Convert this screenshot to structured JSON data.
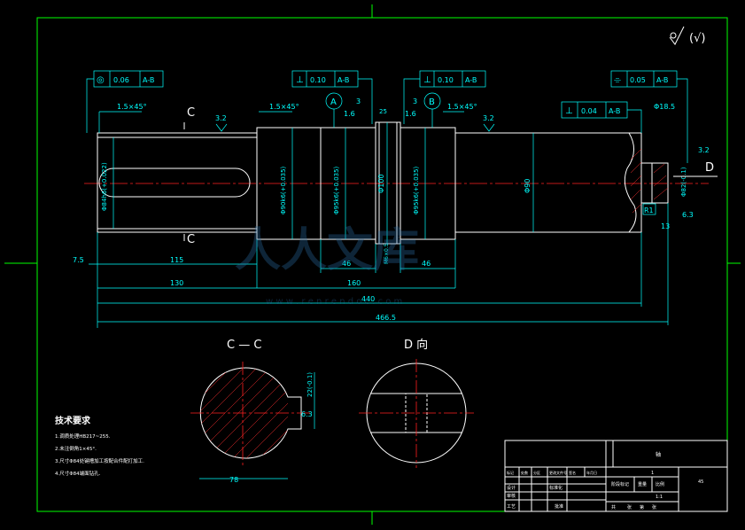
{
  "frame": {
    "border_color": "#00ff00",
    "drawing_color": "#ffffff",
    "dim_color": "#00ffff",
    "center_color": "#ff2020"
  },
  "roughness": {
    "symbol_text": "(√)"
  },
  "tolerances": [
    {
      "symbol": "◎",
      "value": "0.06",
      "ref": "A-B"
    },
    {
      "symbol": "⊥",
      "value": "0.10",
      "ref": "A-B"
    },
    {
      "symbol": "⊥",
      "value": "0.10",
      "ref": "A-B"
    },
    {
      "symbol": "⌯",
      "value": "0.05",
      "ref": "A-B"
    },
    {
      "symbol": "⊥",
      "value": "0.04",
      "ref": "A-B"
    }
  ],
  "datums": {
    "a": "A",
    "b": "B"
  },
  "sections": {
    "c_top": "C",
    "c_bottom": "C",
    "d_arrow": "D"
  },
  "surface_values": {
    "r1": "3.2",
    "r2": "1.6",
    "r3": "1.6",
    "r4": "3.2",
    "r5": "3.2",
    "r6": "6.3",
    "r7": "6.3"
  },
  "chamfers": {
    "left": "1.5×45°",
    "mid": "1.5×45°",
    "right": "1.5×45°"
  },
  "diameters": {
    "d1": "Φ84h6(+0.022)",
    "d2": "Φ90k6(+0.035)",
    "d3": "Φ95k6(+0.035)",
    "d4": "Φ100",
    "d5": "Φ95k6(+0.035)",
    "d6": "Φ90",
    "d7": "Φ18.5",
    "d8": "Φ82(-0.1)"
  },
  "small_dims": {
    "s1": "3",
    "s2": "3",
    "s3": "25",
    "s4": "13",
    "s5": "R1",
    "s6": "Φ18.5"
  },
  "dimensions": {
    "d7_5": "7.5",
    "d115": "115",
    "d46a": "46",
    "d46b": "46",
    "d130": "130",
    "d160": "160",
    "d440": "440",
    "d466": "466.5",
    "dcs": "M6×0.5"
  },
  "section_cc": {
    "title": "C — C",
    "width": "78",
    "depth": "22(-0.1)",
    "key": "6.3"
  },
  "section_d": {
    "title": "D 向"
  },
  "tech": {
    "title": "技术要求",
    "items": [
      "1.调质处理HB217~255.",
      "2.未注倒角1×45°.",
      "3.尺寸Φ84处键槽加工按配合件配打加工.",
      "4.尺寸Φ84端面钻孔."
    ]
  },
  "title_block": {
    "part_name": "轴",
    "scale": "1:1",
    "row_labels": [
      "设计",
      "审核",
      "工艺"
    ],
    "header_cells": [
      "标记",
      "处数",
      "分区",
      "更改文件号",
      "签名",
      "年月日"
    ],
    "mid_labels": [
      "标准化",
      "批准"
    ],
    "right_labels": [
      "阶段标记",
      "重量",
      "比例"
    ],
    "bottom_labels": [
      "共",
      "张",
      "第",
      "张"
    ],
    "material": "45",
    "count": "1"
  },
  "watermark": {
    "main": "人人文库",
    "url": "w w w . r e n r e n d o c . c o m"
  }
}
